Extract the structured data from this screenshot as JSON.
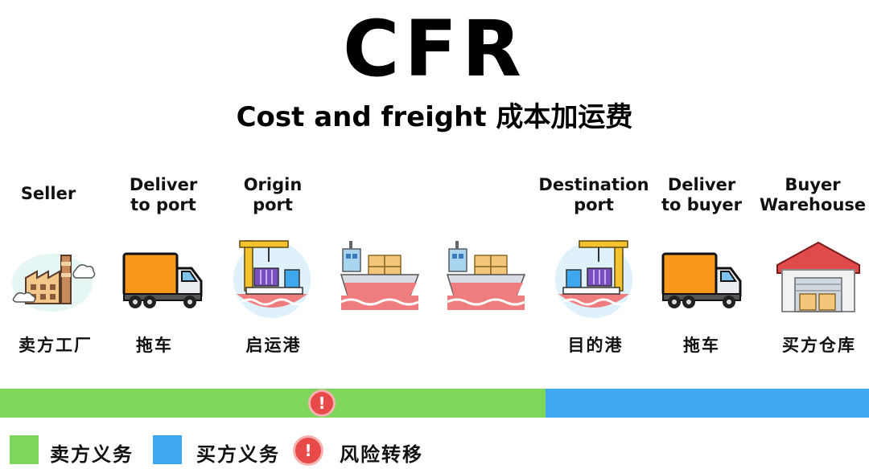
{
  "title": "CFR",
  "subtitle": "Cost and freight 成本加运费",
  "stages": [
    {
      "en": "Seller",
      "zh": "卖方工厂"
    },
    {
      "en": "Deliver\nto port",
      "zh": "拖车"
    },
    {
      "en": "Origin\nport",
      "zh": "启运港"
    },
    {
      "en": "",
      "zh": ""
    },
    {
      "en": "",
      "zh": ""
    },
    {
      "en": "Destination\nport",
      "zh": "目的港"
    },
    {
      "en": "Deliver\nto buyer",
      "zh": "拖车"
    },
    {
      "en": "Buyer\nWarehouse",
      "zh": "买方仓库"
    }
  ],
  "risk_marker": "!",
  "legend": {
    "seller_label": "卖方义务",
    "buyer_label": "买方义务",
    "risk_label": "风险转移"
  },
  "colors": {
    "seller": "#7ed75a",
    "buyer": "#3ea8ee",
    "risk": "#e84a4a"
  },
  "icons": [
    "factory-icon",
    "truck-icon",
    "port-crane-icon",
    "cargo-ship-icon",
    "cargo-ship-icon",
    "port-crane-icon",
    "truck-icon",
    "warehouse-icon"
  ]
}
